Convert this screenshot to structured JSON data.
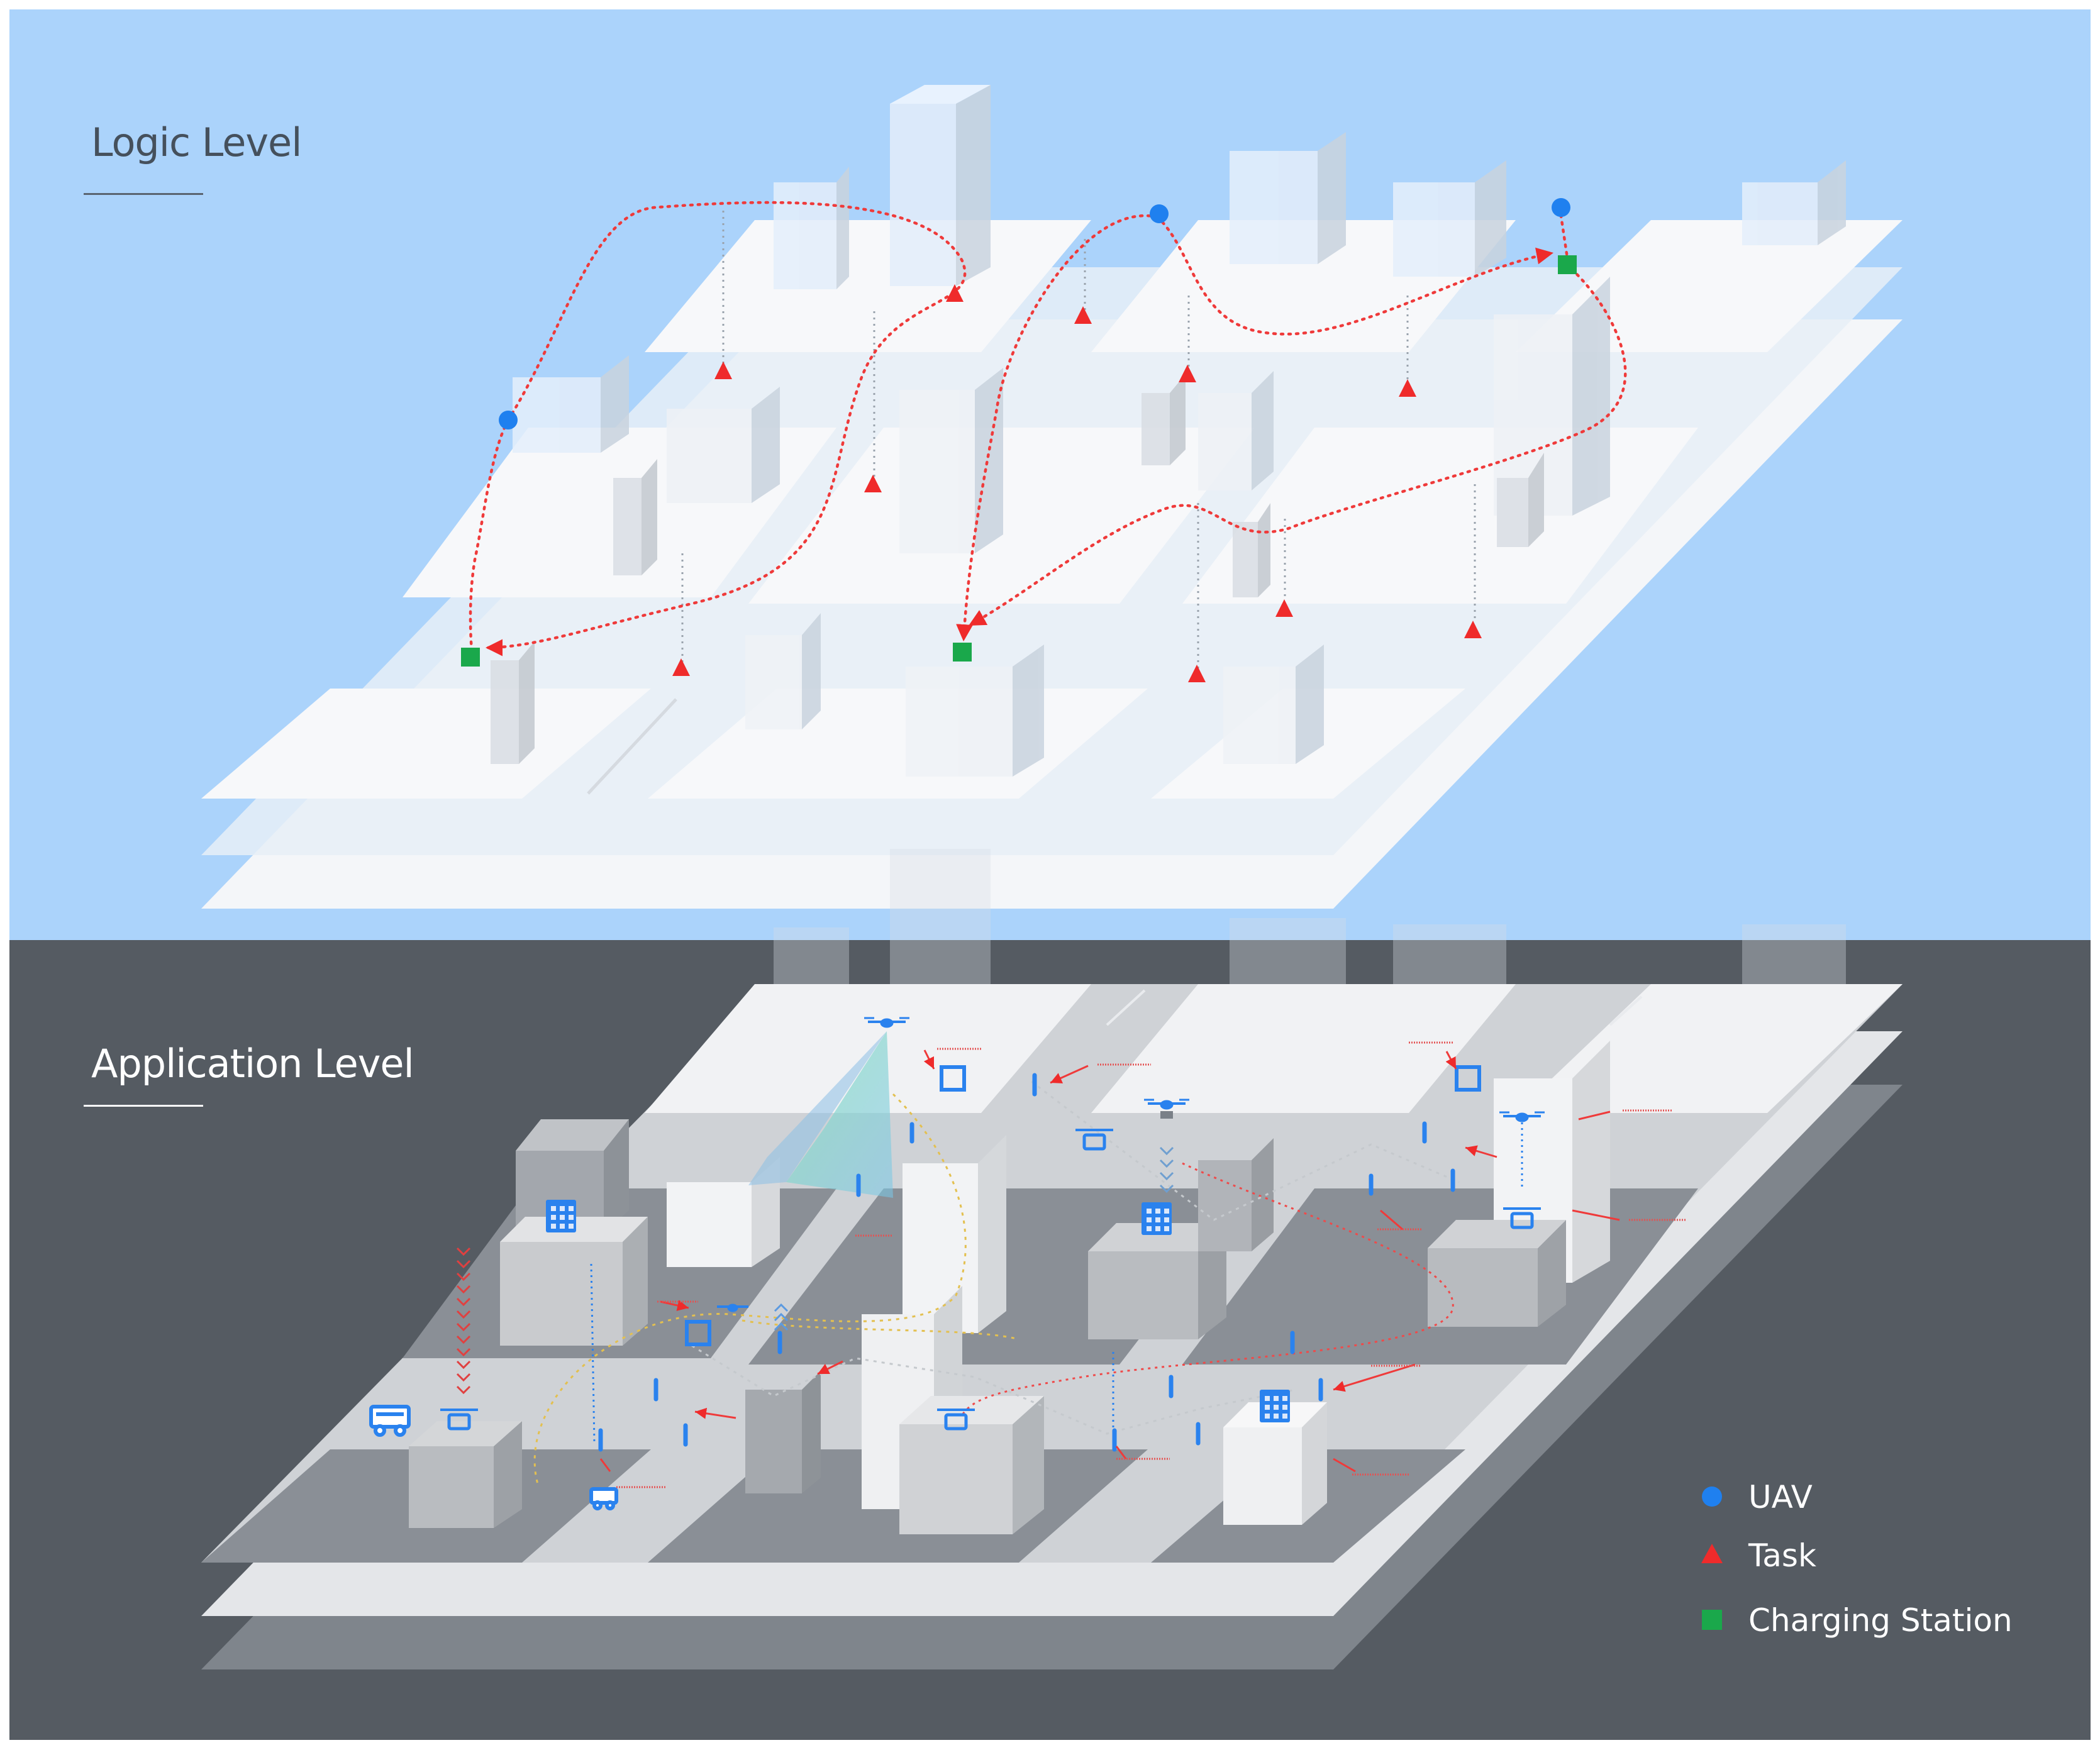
{
  "colors": {
    "sky": "#abd3fb",
    "dark": "#555b62",
    "uav": "#1f80ef",
    "task": "#ef2b2b",
    "station": "#1aa84b",
    "plate": "#f4f5f7",
    "appIcon": "#2a82ee"
  },
  "logic": {
    "title": "Logic Level"
  },
  "application": {
    "title": "Application Level"
  },
  "legend": [
    {
      "label": "UAV",
      "shape": "circle",
      "color": "#1f80ef"
    },
    {
      "label": "Task",
      "shape": "triangle",
      "color": "#ef2b2b"
    },
    {
      "label": "Charging Station",
      "shape": "square",
      "color": "#1aa84b"
    }
  ],
  "icons": {
    "uav": "uav-dot-icon",
    "task": "task-triangle-icon",
    "station": "charging-station-square-icon",
    "drone": "drone-icon",
    "vehicle": "delivery-vehicle-icon",
    "building": "building-icon",
    "target": "target-square-icon"
  }
}
